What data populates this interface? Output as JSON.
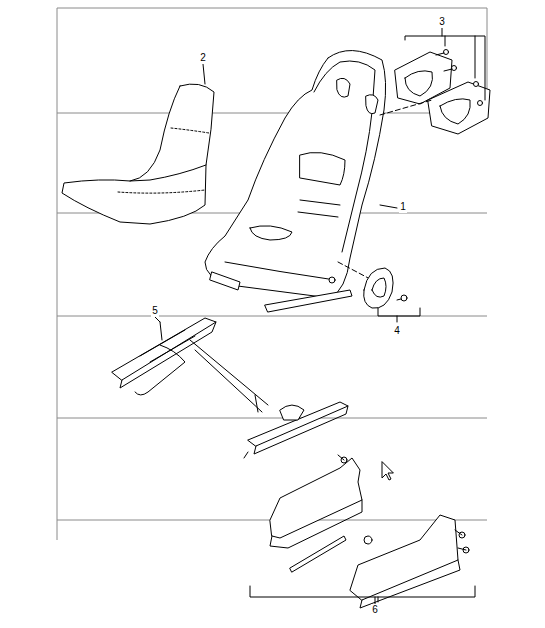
{
  "diagram": {
    "labels": [
      "3",
      "2",
      "1",
      "5",
      "4",
      "6"
    ]
  }
}
